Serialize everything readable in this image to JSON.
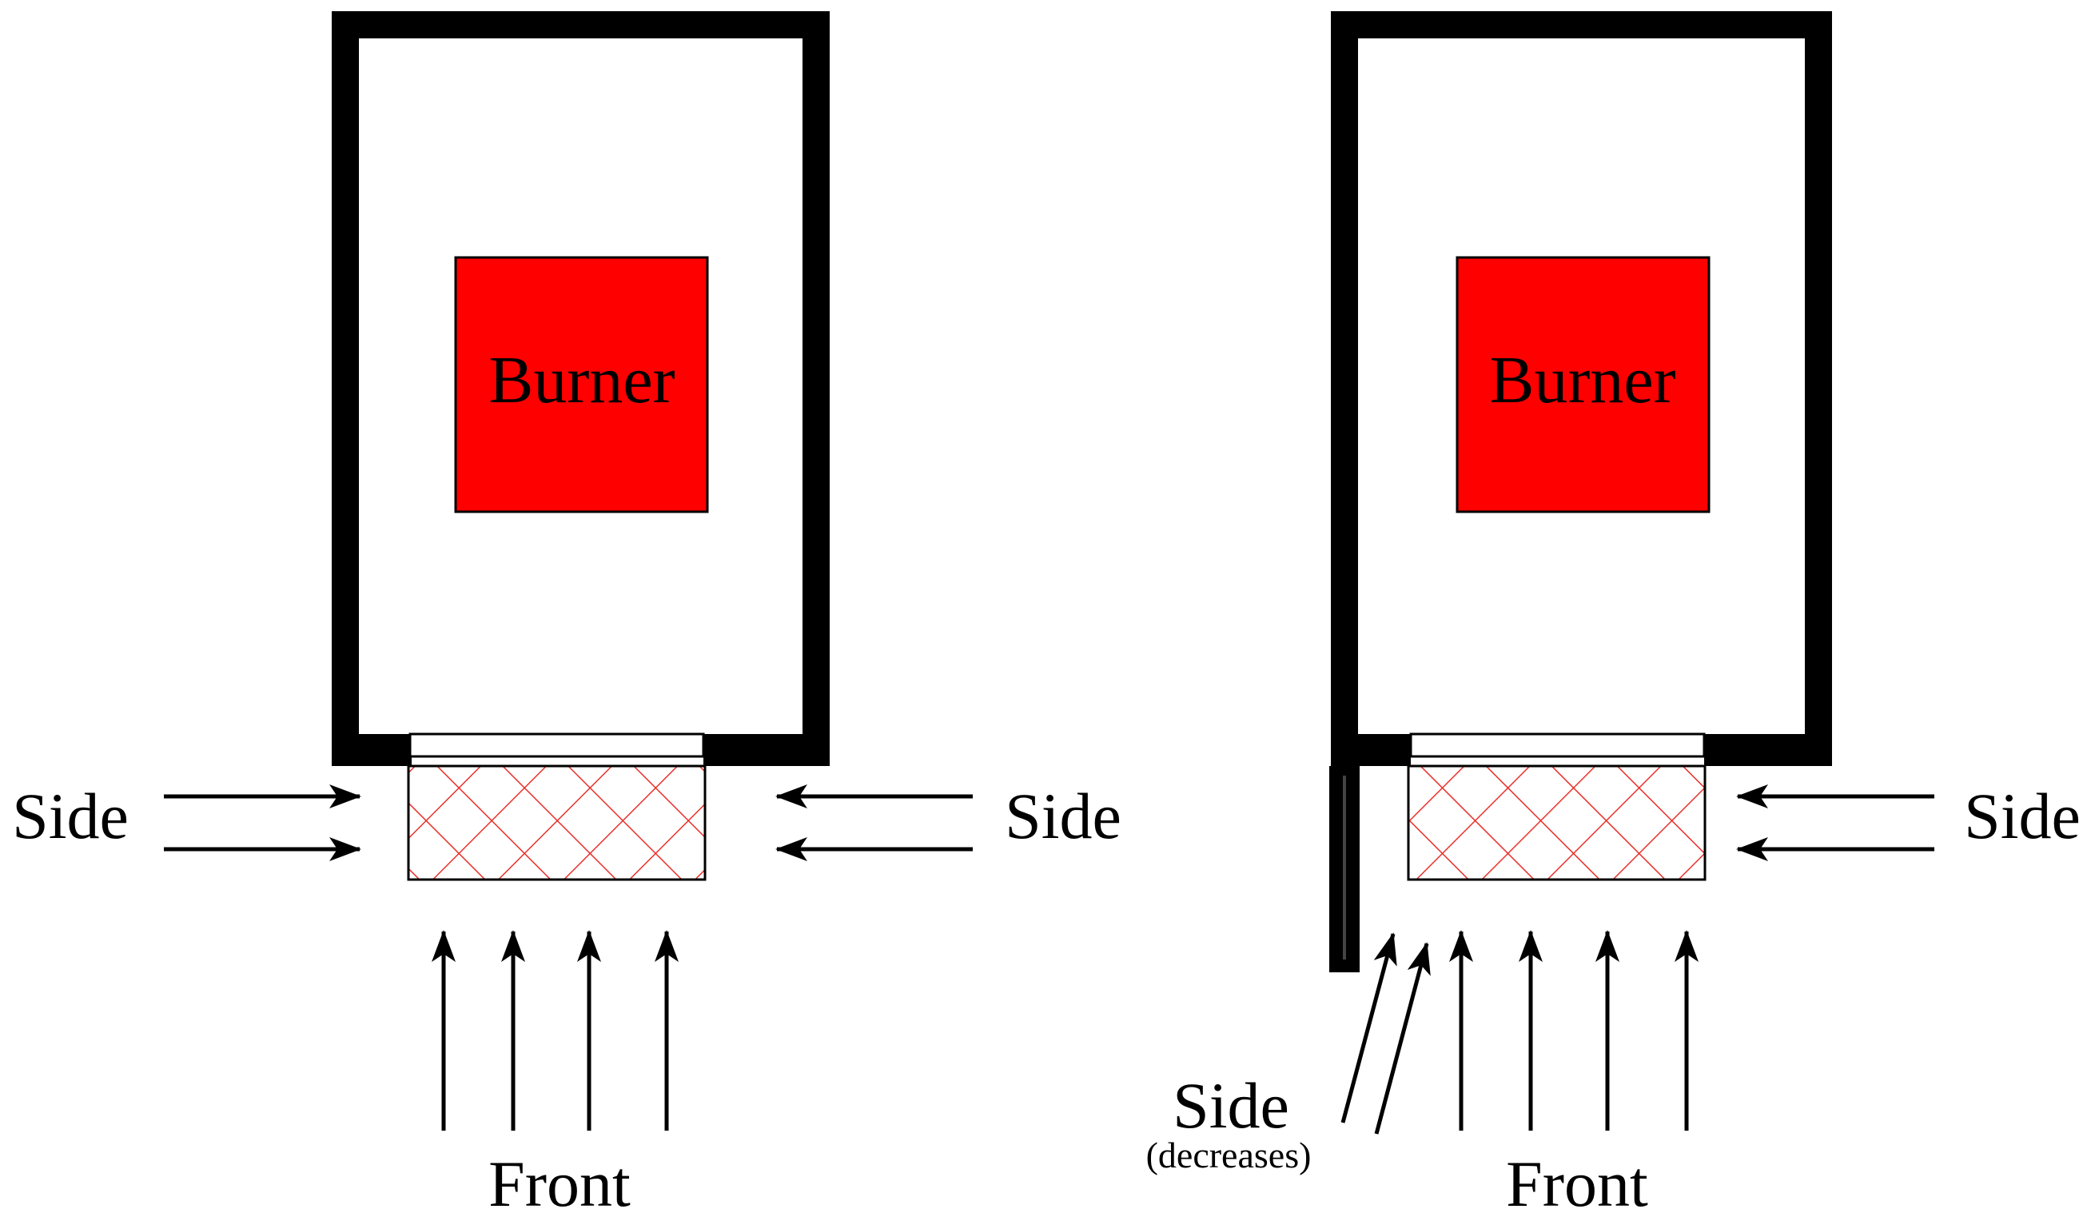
{
  "colors": {
    "burner": "#ff0000",
    "mesh": "#e8302a",
    "wall": "#000000",
    "background": "#ffffff"
  },
  "left_panel": {
    "burner_label": "Burner",
    "side_left_label": "Side",
    "side_right_label": "Side",
    "front_label": "Front"
  },
  "right_panel": {
    "burner_label": "Burner",
    "side_right_label": "Side",
    "side_bottom_label": "Side",
    "side_bottom_note": "(decreases)",
    "front_label": "Front"
  }
}
